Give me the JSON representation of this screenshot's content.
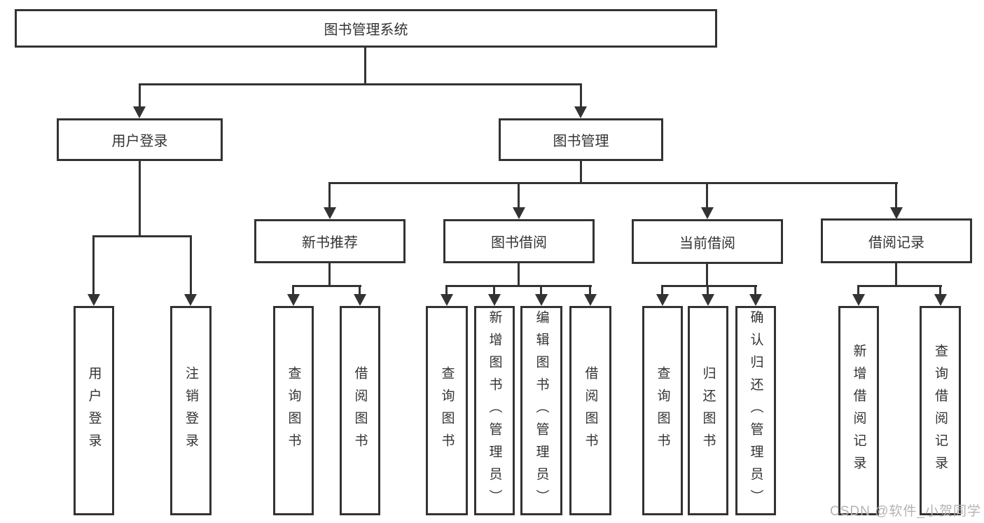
{
  "page": {
    "watermark": "CSDN @软件_小贺同学",
    "colors": {
      "line": "#333333",
      "box_border": "#333333",
      "text": "#333333",
      "background": "#ffffff",
      "watermark": "#b3b3b3"
    }
  },
  "tree": {
    "root": "图书管理系统",
    "branches": [
      {
        "label": "用户登录",
        "children": [
          "用户登录",
          "注销登录"
        ]
      },
      {
        "label": "图书管理",
        "sections": [
          {
            "label": "新书推荐",
            "children": [
              "查询图书",
              "借阅图书"
            ]
          },
          {
            "label": "图书借阅",
            "children": [
              "查询图书",
              "新增图书（管理员）",
              "编辑图书（管理员）",
              "借阅图书"
            ]
          },
          {
            "label": "当前借阅",
            "children": [
              "查询图书",
              "归还图书",
              "确认归还（管理员）"
            ]
          },
          {
            "label": "借阅记录",
            "children": [
              "新增借阅记录",
              "查询借阅记录"
            ]
          }
        ]
      }
    ]
  }
}
